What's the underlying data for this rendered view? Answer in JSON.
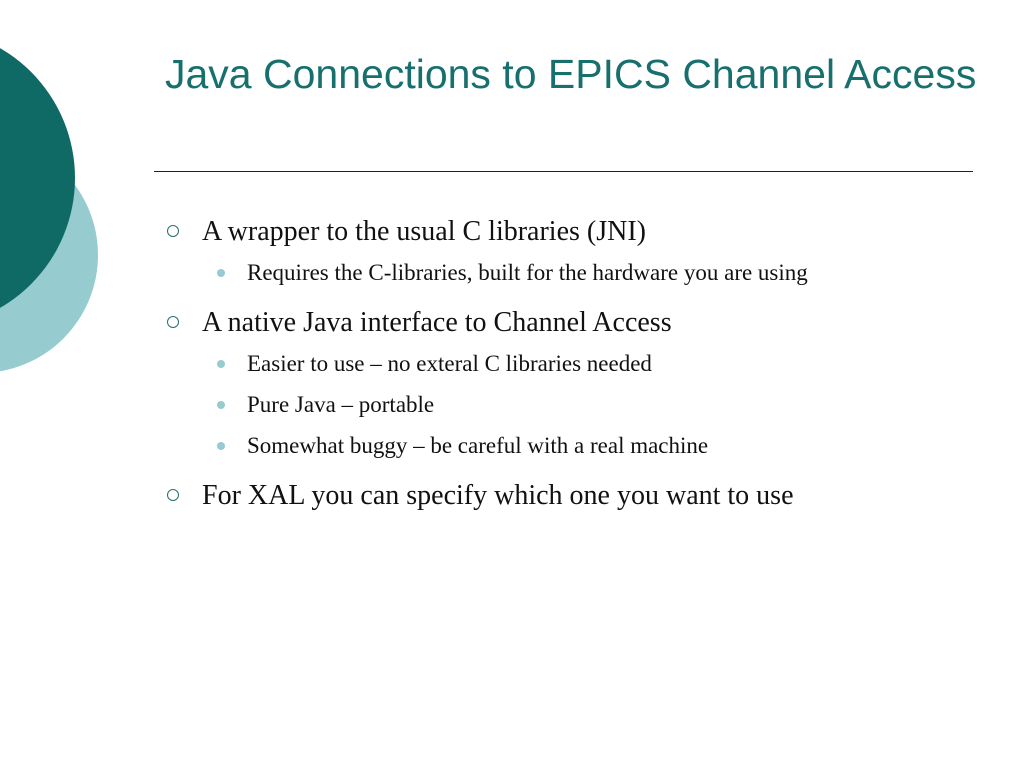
{
  "slide": {
    "title": "Java Connections to EPICS Channel Access",
    "bullets": [
      {
        "text": "A wrapper to the usual C libraries (JNI)",
        "sub": [
          "Requires the C-libraries, built for the hardware you are using"
        ]
      },
      {
        "text": "A native Java interface to Channel Access",
        "sub": [
          "Easier to use – no exteral C libraries needed",
          "Pure Java – portable",
          "Somewhat buggy – be careful with a real machine"
        ]
      },
      {
        "text": "For XAL you can specify which one you want to use",
        "sub": []
      }
    ]
  },
  "theme": {
    "title_color": "#17706e",
    "dark_circle": "#0f6a66",
    "light_circle": "#96cbd0",
    "sub_bullet_color": "#96cbd0"
  }
}
